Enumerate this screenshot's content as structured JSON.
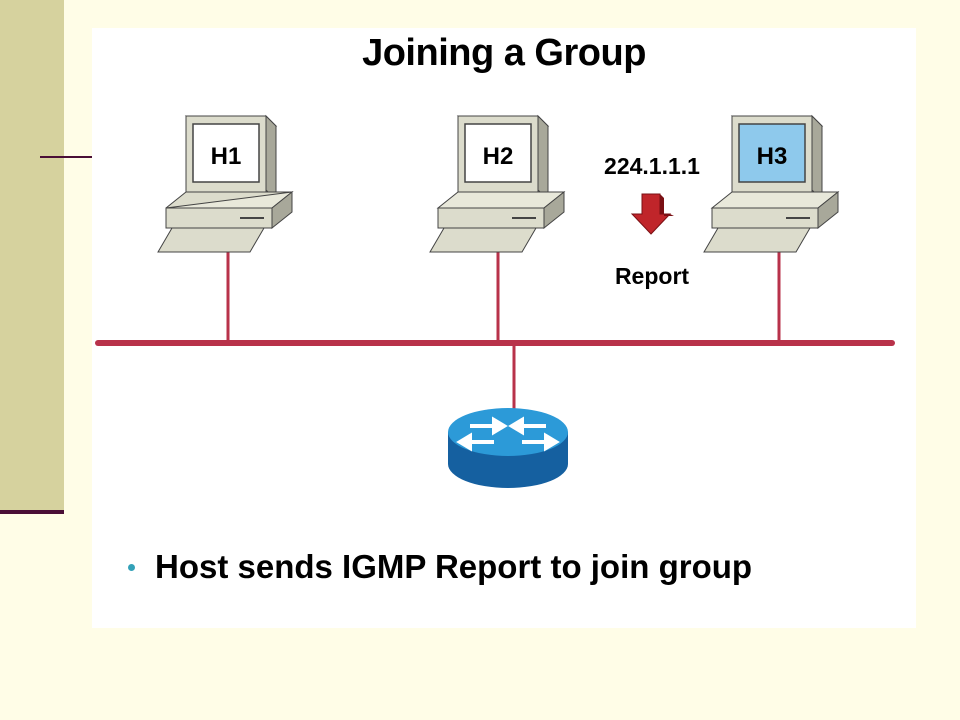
{
  "title": "Joining a Group",
  "hosts": [
    {
      "label": "H1",
      "highlighted": false
    },
    {
      "label": "H2",
      "highlighted": false
    },
    {
      "label": "H3",
      "highlighted": true
    }
  ],
  "group_address": "224.1.1.1",
  "message": "Report",
  "caption": "Host sends IGMP Report to join group",
  "colors": {
    "background": "#FFFDE7",
    "side_band": "#D6D29E",
    "side_rule": "#4A0E36",
    "network_line": "#B8324A",
    "arrow": "#C0252A",
    "router": "#1E88C8",
    "host_screen": "#FFFFFF",
    "host_screen_highlight": "#8EC9EC",
    "bullet": "#33A1B8"
  },
  "icons": {
    "arrow": "down-arrow-icon",
    "router": "router-icon",
    "host": "computer-icon"
  }
}
